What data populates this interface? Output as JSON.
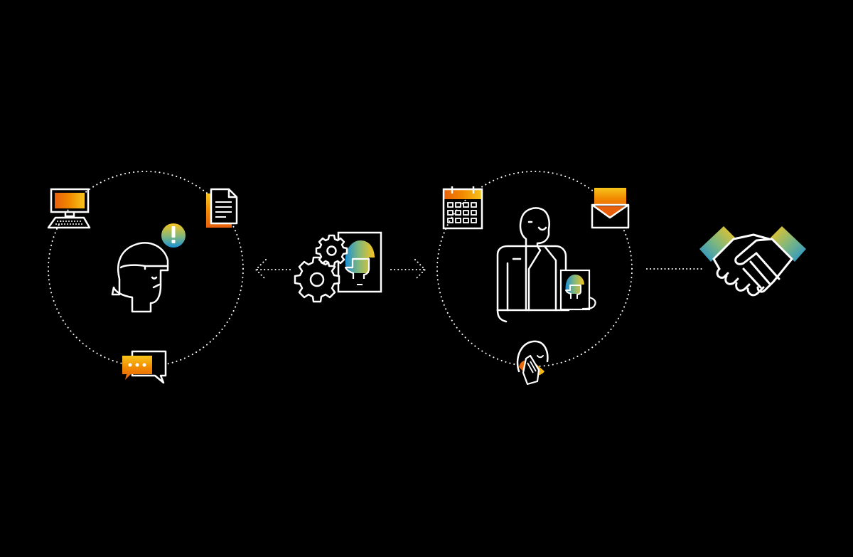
{
  "diagram": {
    "type": "customer-journey-illustration",
    "background": "#000000",
    "line_color": "#ffffff",
    "palette": {
      "orange_dark": "#e8600c",
      "orange": "#f18a00",
      "amber": "#f6a800",
      "yellow": "#f8c51c",
      "green": "#7fb77e",
      "blue": "#1a8fd6"
    },
    "stages": [
      {
        "id": "customer",
        "center_figure": "woman-head-icon",
        "satellites": [
          "computer-icon",
          "document-icon",
          "alert-icon",
          "chat-bubble-icon"
        ]
      },
      {
        "id": "processing",
        "center_figure": "profile-card-icon",
        "satellites": [
          "gears-icon"
        ]
      },
      {
        "id": "agent",
        "center_figure": "businessman-icon",
        "satellites": [
          "calendar-icon",
          "email-icon",
          "phone-call-icon",
          "held-profile-card-icon"
        ]
      },
      {
        "id": "agreement",
        "center_figure": "handshake-icon",
        "satellites": []
      }
    ],
    "connectors": [
      "left-double-arrow",
      "right-arrow",
      "final-dotted-line"
    ]
  }
}
